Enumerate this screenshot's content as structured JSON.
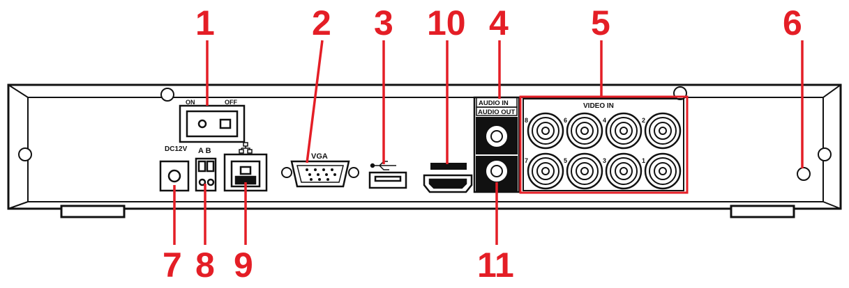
{
  "labels": {
    "on": "ON",
    "off": "OFF",
    "dc12v": "DC12V",
    "ab": "A B",
    "vga": "VGA",
    "audio_in": "AUDIO IN",
    "audio_out": "AUDIO OUT",
    "video_in": "VIDEO IN"
  },
  "video_top_numbers": [
    "8",
    "6",
    "4",
    "2"
  ],
  "video_bottom_numbers": [
    "7",
    "5",
    "3",
    "1"
  ],
  "callouts": [
    "1",
    "2",
    "3",
    "10",
    "4",
    "5",
    "6",
    "7",
    "8",
    "9",
    "11"
  ],
  "colors": {
    "callout": "#e41e26",
    "outline": "#111111"
  }
}
